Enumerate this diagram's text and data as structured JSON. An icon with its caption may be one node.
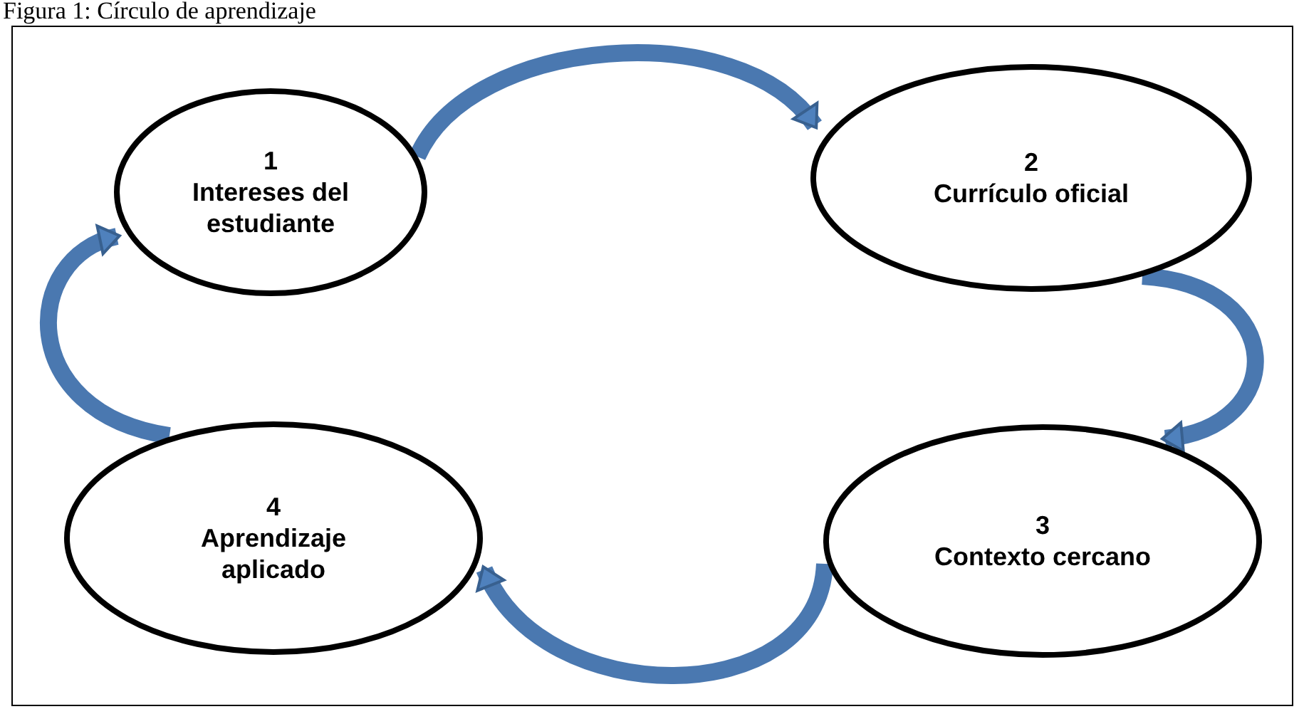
{
  "diagram": {
    "title": "Figura 1: Círculo de aprendizaje",
    "nodes": [
      {
        "text": [
          "1",
          "Intereses del estudiante"
        ]
      },
      {
        "text": [
          "2",
          "Currículo oficial"
        ]
      },
      {
        "text": [
          "3",
          "Contexto cercano"
        ]
      },
      {
        "text": [
          "4",
          "Aprendizaje aplicado"
        ]
      }
    ],
    "edges": [
      {
        "from": 0,
        "to": 1,
        "arrow": "to"
      },
      {
        "from": 1,
        "to": 2,
        "arrow": "to"
      },
      {
        "from": 2,
        "to": 3,
        "arrow": "to"
      },
      {
        "from": 3,
        "to": 0,
        "arrow": "to"
      }
    ]
  }
}
